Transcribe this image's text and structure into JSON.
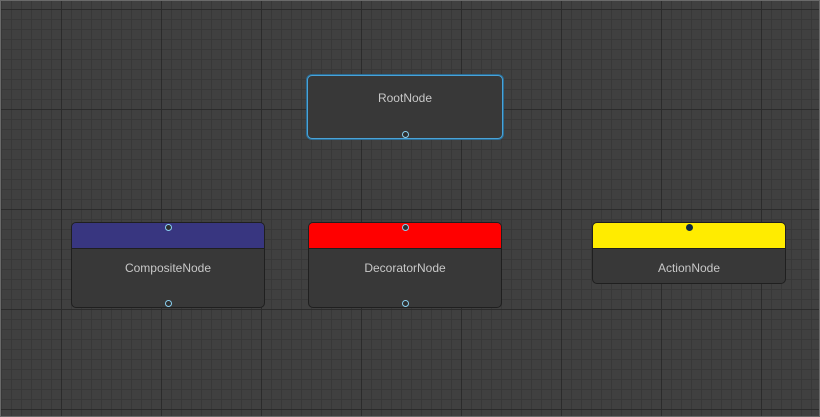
{
  "graph": {
    "nodes": {
      "root": {
        "label": "RootNode"
      },
      "composite": {
        "label": "CompositeNode",
        "header_color": "#383680"
      },
      "decorator": {
        "label": "DecoratorNode",
        "header_color": "#ff0000"
      },
      "action": {
        "label": "ActionNode",
        "header_color": "#ffec00"
      }
    },
    "colors": {
      "background": "#404040",
      "node_body": "#383838",
      "selection": "#4aa3d8",
      "port_outline": "#8ad0f0"
    }
  }
}
